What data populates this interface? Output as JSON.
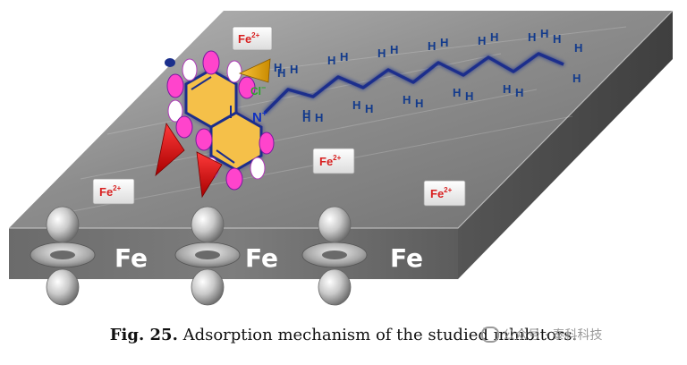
{
  "figure": {
    "surface_atom_label": "Fe",
    "surface_atoms": [
      "Fe",
      "Fe",
      "Fe"
    ],
    "ion_base": "Fe",
    "ion_charge": "2+",
    "ions_count_shown": 4,
    "nitrogen_label": "N",
    "nitrogen_charge": "+",
    "counter_ion_label": "Cl",
    "counter_ion_charge": "−",
    "hydrogen_label": "H",
    "colors": {
      "ring": "#f5c04a",
      "pi_orbital": "#ff44cc",
      "chain": "#1b2f8c",
      "donation_arrow": "#e01010",
      "ion_text": "#d81f1f"
    }
  },
  "caption": {
    "fig_number": "Fig. 25.",
    "text": "Adsorption mechanism of the studied inhibitors."
  },
  "watermark": {
    "text": "公众号 · 泰科科技"
  }
}
